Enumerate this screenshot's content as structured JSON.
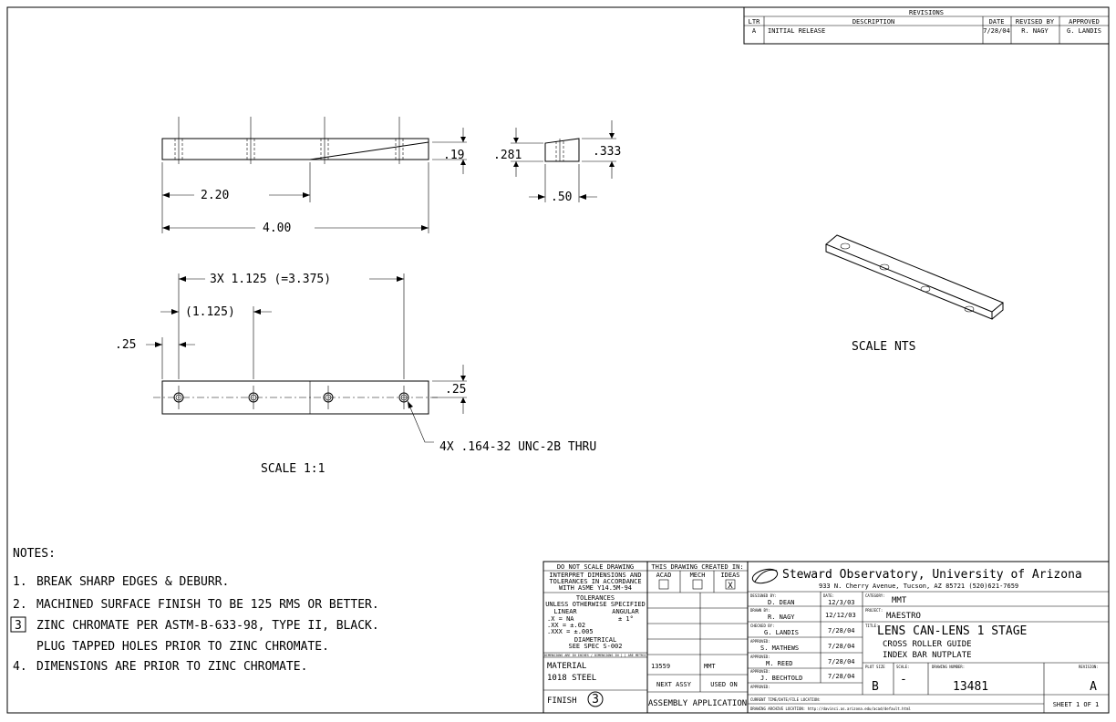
{
  "revisions": {
    "title": "REVISIONS",
    "headers": [
      "LTR",
      "DESCRIPTION",
      "DATE",
      "REVISED BY",
      "APPROVED"
    ],
    "rows": [
      {
        "ltr": "A",
        "description": "INITIAL RELEASE",
        "date": "7/28/04",
        "revised_by": "R. NAGY",
        "approved": "G. LANDIS"
      }
    ]
  },
  "views": {
    "side_dims": {
      "h1": ".19",
      "l1": "2.20",
      "l2": "4.00"
    },
    "end_dims": {
      "h_left": ".281",
      "h_right": ".333",
      "w": ".50"
    },
    "top_dims": {
      "pitch": "3X 1.125 (=3.375)",
      "first": "(1.125)",
      "edge": ".25",
      "height": ".25",
      "holes": "4X .164-32 UNC-2B THRU"
    },
    "scale_main": "SCALE 1:1",
    "scale_iso": "SCALE NTS"
  },
  "notes": {
    "title": "NOTES:",
    "items": [
      {
        "num": "1.",
        "text": "BREAK SHARP EDGES & DEBURR."
      },
      {
        "num": "2.",
        "text": "MACHINED SURFACE FINISH TO BE 125 RMS OR BETTER."
      },
      {
        "num": "3",
        "text": "ZINC CHROMATE PER ASTM-B-633-98, TYPE II, BLACK."
      },
      {
        "num": "",
        "text": "PLUG TAPPED HOLES PRIOR TO ZINC CHROMATE."
      },
      {
        "num": "4.",
        "text": "DIMENSIONS ARE PRIOR TO ZINC CHROMATE."
      }
    ]
  },
  "titleblock": {
    "do_not_scale": "DO NOT SCALE DRAWING",
    "interpret1": "INTERPRET DIMENSIONS AND",
    "interpret2": "TOLERANCES IN ACCORDANCE",
    "interpret3": "WITH ASME Y14.5M-94",
    "tolerances": "TOLERANCES",
    "unless": "UNLESS OTHERWISE SPECIFIED",
    "linear": "LINEAR",
    "angular": "ANGULAR",
    "tol_x": ".X    = NA",
    "tol_xx": ".XX   = ±.02",
    "tol_xxx": ".XXX  = ±.005",
    "tol_ang": "± 1°",
    "diametrical": "DIAMETRICAL",
    "see_spec": "SEE SPEC S-002",
    "dims_note": "DIMENSIONS ARE IN INCHES / DIMENSIONS IN [ ] ARE METRIC",
    "material_label": "MATERIAL",
    "material": "1018 STEEL",
    "finish_label": "FINISH",
    "finish_num": "3",
    "created_in": "THIS DRAWING CREATED IN:",
    "acad": "ACAD",
    "mech": "MECH",
    "ideas": "IDEAS",
    "ideas_mark": "X",
    "next_assy_val": "13559",
    "used_on_val": "MMT",
    "next_assy": "NEXT ASSY",
    "used_on": "USED ON",
    "assembly_app": "ASSEMBLY APPLICATION",
    "org": "Steward Observatory, University of Arizona",
    "address": "933 N. Cherry Avenue, Tucson, AZ 85721   (520)621-7659",
    "designed_by_label": "DESIGNED BY:",
    "designed_by": "D. DEAN",
    "designed_date_label": "DATE:",
    "designed_date": "12/3/03",
    "drawn_by_label": "DRAWN BY:",
    "drawn_by": "R. NAGY",
    "drawn_date": "12/12/03",
    "checked_by_label": "CHECKED BY:",
    "checked_by": "G. LANDIS",
    "checked_date": "7/28/04",
    "approved1_label": "APPROVED:",
    "approved1": "S. MATHEWS",
    "approved1_date": "7/28/04",
    "approved2_label": "APPROVED:",
    "approved2": "M. REED",
    "approved2_date": "7/28/04",
    "approved3_label": "APPROVED:",
    "approved3": "J. BECHTOLD",
    "approved3_date": "7/28/04",
    "approved4_label": "APPROVED:",
    "category_label": "CATEGORY:",
    "category": "MMT",
    "project_label": "PROJECT:",
    "project": "MAESTRO",
    "title_label": "TITLE:",
    "title1": "LENS CAN-LENS 1 STAGE",
    "title2": "CROSS ROLLER GUIDE",
    "title3": "INDEX BAR NUTPLATE",
    "plot_size_label": "PLOT SIZE",
    "plot_size": "B",
    "scale_label": "SCALE:",
    "scale": "-",
    "drawing_number_label": "DRAWING NUMBER:",
    "drawing_number": "13481",
    "revision_label": "REVISION:",
    "revision": "A",
    "current_time": "CURRENT TIME/DATE/FILE LOCATION:",
    "archive": "DRAWING ARCHIVE LOCATION: http://davinci.as.arizona.edu/acad/default.html",
    "sheet": "SHEET 1 OF 1"
  }
}
